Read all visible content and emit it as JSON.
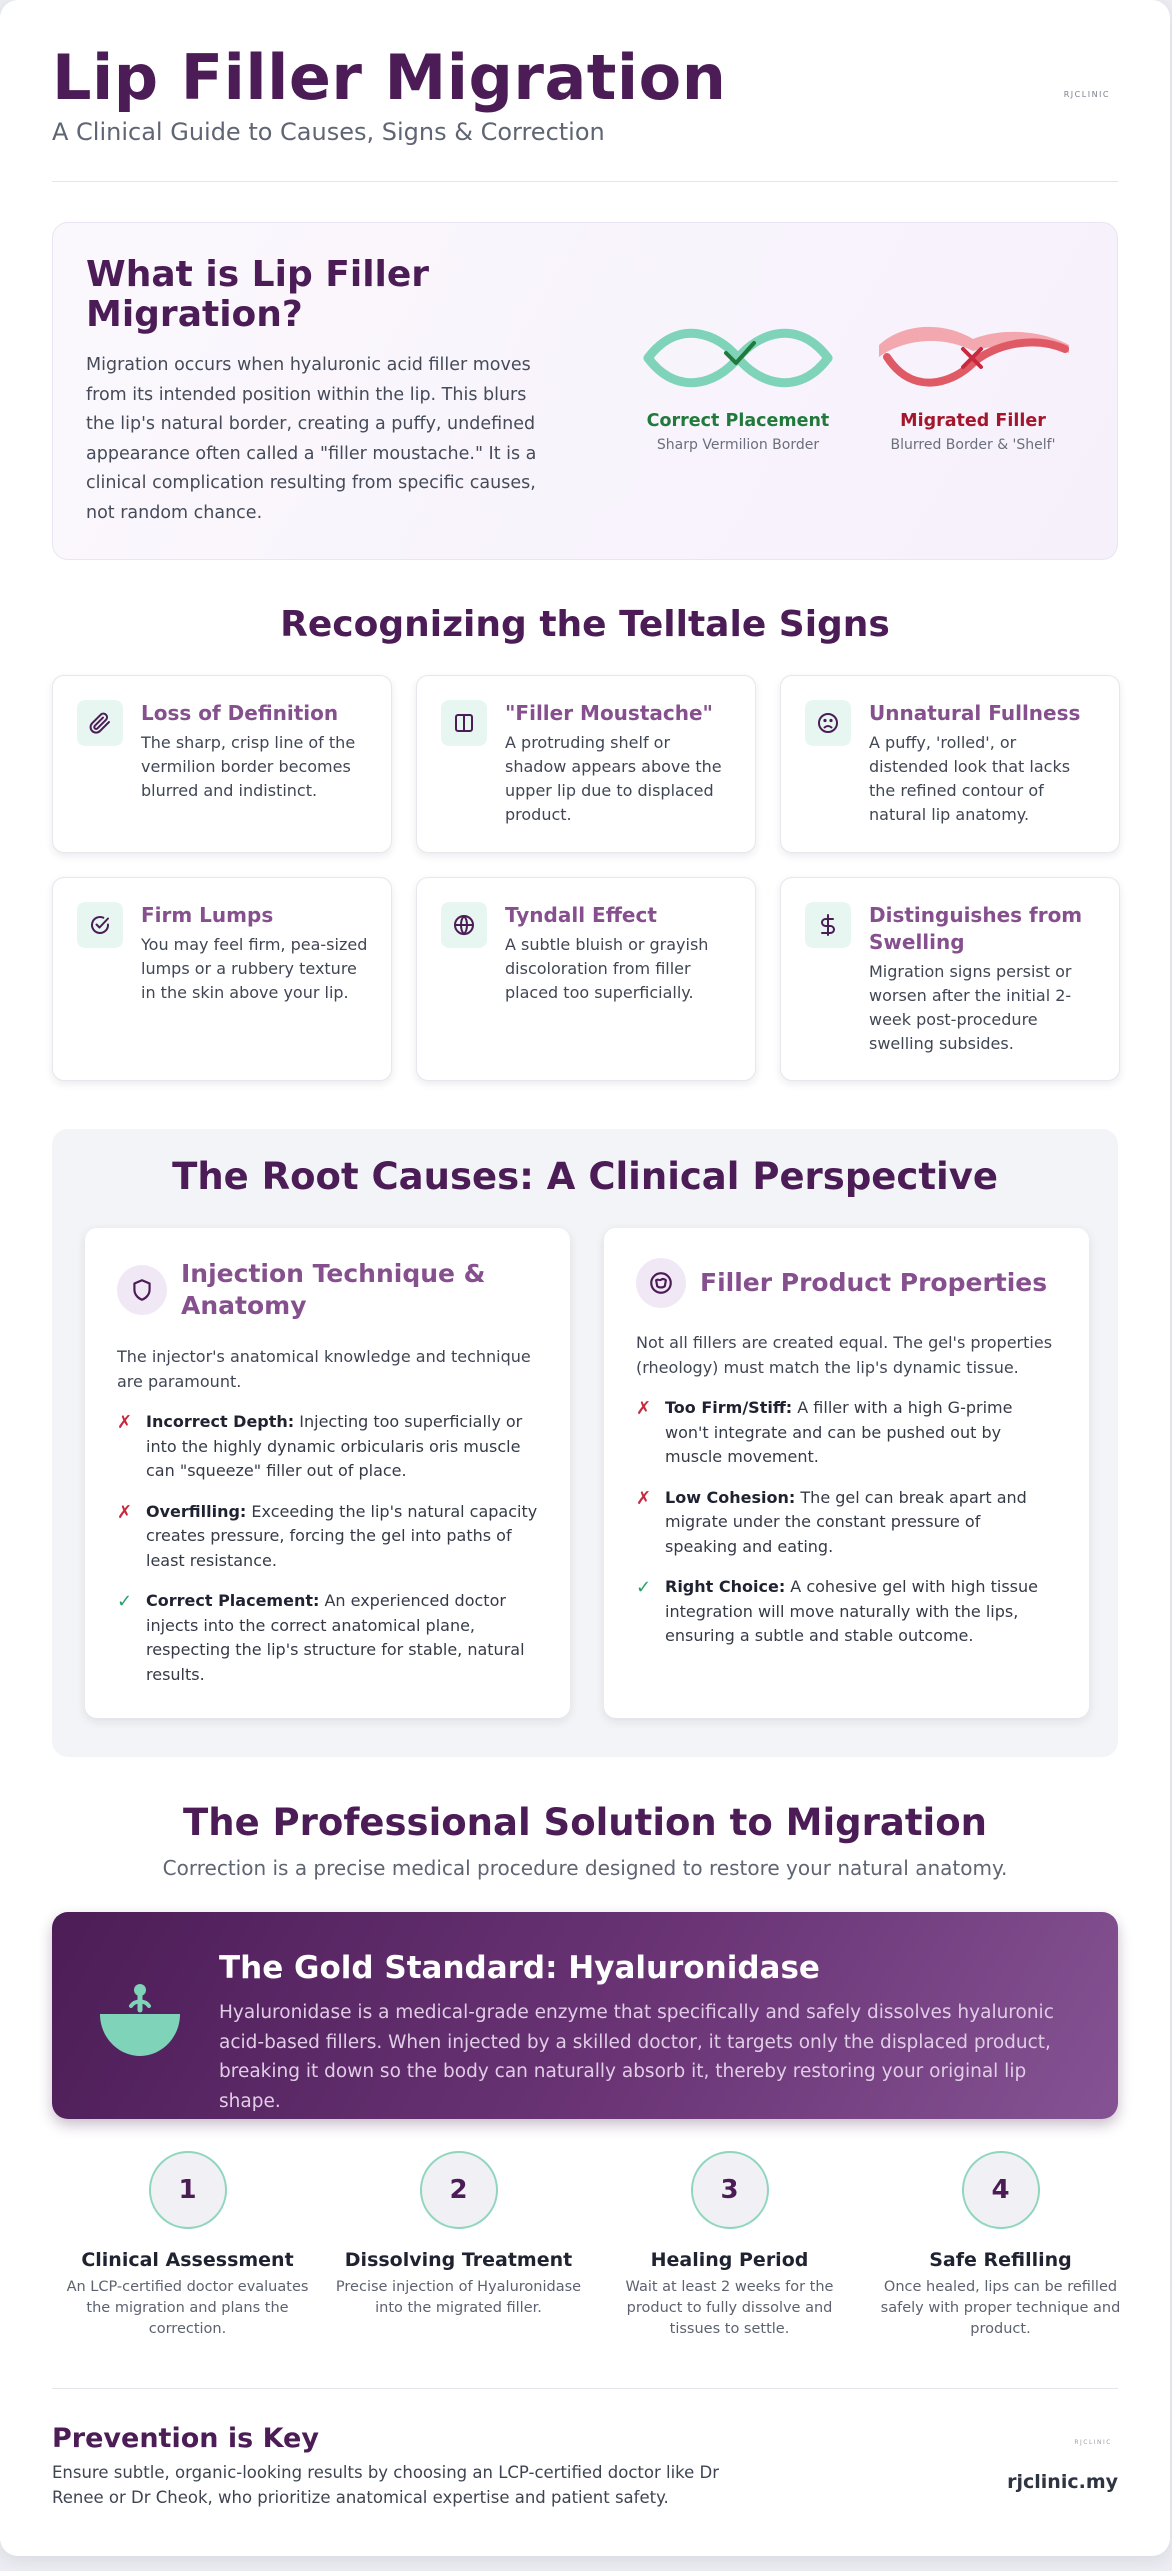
{
  "header": {
    "title": "Lip Filler Migration",
    "subtitle": "A Clinical Guide to Causes, Signs & Correction",
    "logo_text": "RJCLINIC"
  },
  "intro": {
    "title": "What is Lip Filler Migration?",
    "text": "Migration occurs when hyaluronic acid filler moves from its intended position within the lip. This blurs the lip's natural border, creating a puffy, undefined appearance often called a \"filler moustache.\" It is a clinical complication resulting from specific causes, not random chance.",
    "correct": {
      "label": "Correct Placement",
      "caption": "Sharp Vermilion Border",
      "color": "#217a3b"
    },
    "migrated": {
      "label": "Migrated Filler",
      "caption": "Blurred Border & 'Shelf'",
      "color": "#a3162c"
    }
  },
  "signs": {
    "title": "Recognizing the Telltale Signs",
    "items": [
      {
        "icon": "paperclip-icon",
        "title": "Loss of Definition",
        "desc": "The sharp, crisp line of the vermilion border becomes blurred and indistinct."
      },
      {
        "icon": "columns-icon",
        "title": "\"Filler Moustache\"",
        "desc": "A protruding shelf or shadow appears above the upper lip due to displaced product."
      },
      {
        "icon": "frown-icon",
        "title": "Unnatural Fullness",
        "desc": "A puffy, 'rolled', or distended look that lacks the refined contour of natural lip anatomy."
      },
      {
        "icon": "check-circle-icon",
        "title": "Firm Lumps",
        "desc": "You may feel firm, pea-sized lumps or a rubbery texture in the skin above your lip."
      },
      {
        "icon": "globe-icon",
        "title": "Tyndall Effect",
        "desc": "A subtle bluish or grayish discoloration from filler placed too superficially."
      },
      {
        "icon": "dollar-icon",
        "title": "Distinguishes from Swelling",
        "desc": "Migration signs persist or worsen after the initial 2-week post-procedure swelling subsides."
      }
    ]
  },
  "causes": {
    "title": "The Root Causes: A Clinical Perspective",
    "cards": [
      {
        "icon": "shield-icon",
        "title": "Injection Technique & Anatomy",
        "intro": "The injector's anatomical knowledge and technique are paramount.",
        "items": [
          {
            "mark": "✗",
            "kind": "bad",
            "term": "Incorrect Depth:",
            "text": " Injecting too superficially or into the highly dynamic orbicularis oris muscle can \"squeeze\" filler out of place."
          },
          {
            "mark": "✗",
            "kind": "bad",
            "term": "Overfilling:",
            "text": " Exceeding the lip's natural capacity creates pressure, forcing the gel into paths of least resistance."
          },
          {
            "mark": "✓",
            "kind": "good",
            "term": "Correct Placement:",
            "text": " An experienced doctor injects into the correct anatomical plane, respecting the lip's structure for stable, natural results."
          }
        ]
      },
      {
        "icon": "product-icon",
        "title": "Filler Product Properties",
        "intro": "Not all fillers are created equal. The gel's properties (rheology) must match the lip's dynamic tissue.",
        "items": [
          {
            "mark": "✗",
            "kind": "bad",
            "term": "Too Firm/Stiff:",
            "text": " A filler with a high G-prime won't integrate and can be pushed out by muscle movement."
          },
          {
            "mark": "✗",
            "kind": "bad",
            "term": "Low Cohesion:",
            "text": " The gel can break apart and migrate under the constant pressure of speaking and eating."
          },
          {
            "mark": "✓",
            "kind": "good",
            "term": "Right Choice:",
            "text": " A cohesive gel with high tissue integration will move naturally with the lips, ensuring a subtle and stable outcome."
          }
        ]
      }
    ]
  },
  "solution": {
    "title": "The Professional Solution to Migration",
    "subtitle": "Correction is a precise medical procedure designed to restore your natural anatomy.",
    "banner": {
      "icon": "dissolve-bowl-icon",
      "title": "The Gold Standard: Hyaluronidase",
      "text": "Hyaluronidase is a medical-grade enzyme that specifically and safely dissolves hyaluronic acid-based fillers. When injected by a skilled doctor, it targets only the displaced product, breaking it down so the body can naturally absorb it, thereby restoring your original lip shape."
    },
    "steps": [
      {
        "num": "1",
        "title": "Clinical Assessment",
        "desc": "An LCP-certified doctor evaluates the migration and plans the correction."
      },
      {
        "num": "2",
        "title": "Dissolving Treatment",
        "desc": "Precise injection of Hyaluronidase into the migrated filler."
      },
      {
        "num": "3",
        "title": "Healing Period",
        "desc": "Wait at least 2 weeks for the product to fully dissolve and tissues to settle."
      },
      {
        "num": "4",
        "title": "Safe Refilling",
        "desc": "Once healed, lips can be refilled safely with proper technique and product."
      }
    ]
  },
  "footer": {
    "title": "Prevention is Key",
    "text": "Ensure subtle, organic-looking results by choosing an LCP-certified doctor like Dr Renee or Dr Cheok, who prioritize anatomical expertise and patient safety.",
    "logo_text": "RJCLINIC",
    "site": "rjclinic.my"
  },
  "colors": {
    "brand_purple": "#4b1c56",
    "accent_purple": "#86508e",
    "mint": "#7fd3b8",
    "bad_red": "#c8293e",
    "good_green": "#27a06a"
  }
}
